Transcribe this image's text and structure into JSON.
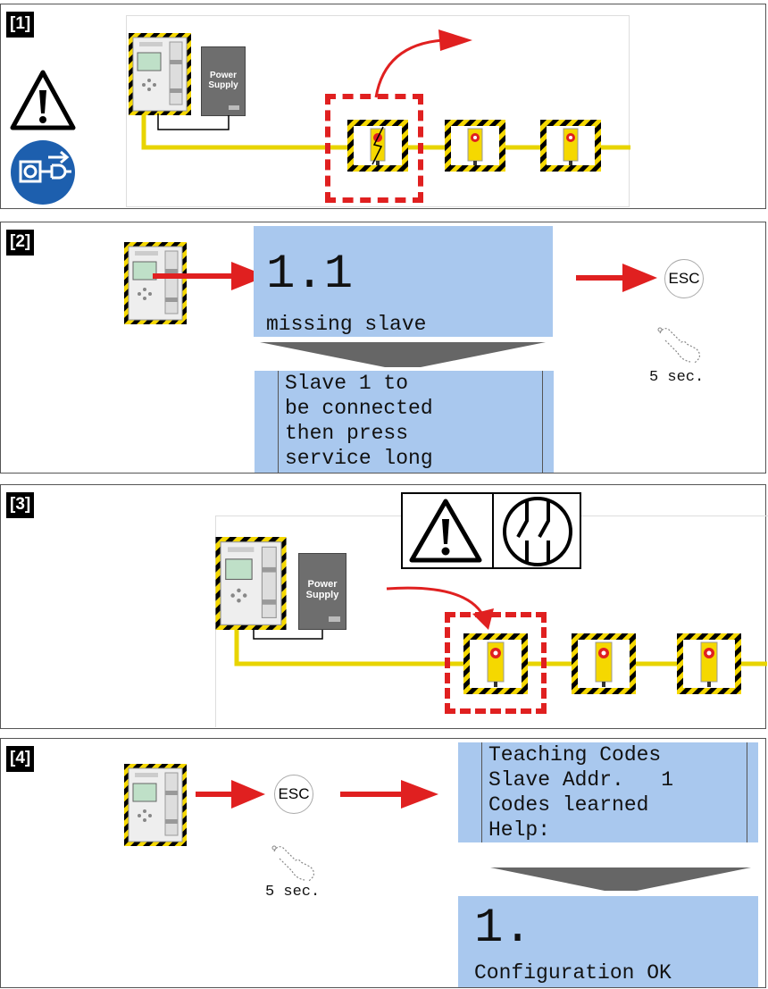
{
  "steps": [
    "[1]",
    "[2]",
    "[3]",
    "[4]"
  ],
  "power_supply_label": [
    "Power",
    "Supply"
  ],
  "esc_label": "ESC",
  "hold_time": "5 sec.",
  "panel2": {
    "big_value": "1.1",
    "status": "missing slave",
    "message_lines": [
      "Slave 1 to",
      "be connected",
      "then press",
      "service long"
    ]
  },
  "panel4": {
    "teach_lines": [
      "Teaching Codes",
      "Slave Addr.   1",
      "Codes learned",
      "Help:"
    ],
    "big_value": "1.",
    "status": "Configuration OK"
  },
  "colors": {
    "yellow_line": "#e8d400",
    "lcd_blue": "#a9c8ee",
    "arrow_red": "#e02020",
    "hazard_yellow": "#f5d800"
  }
}
